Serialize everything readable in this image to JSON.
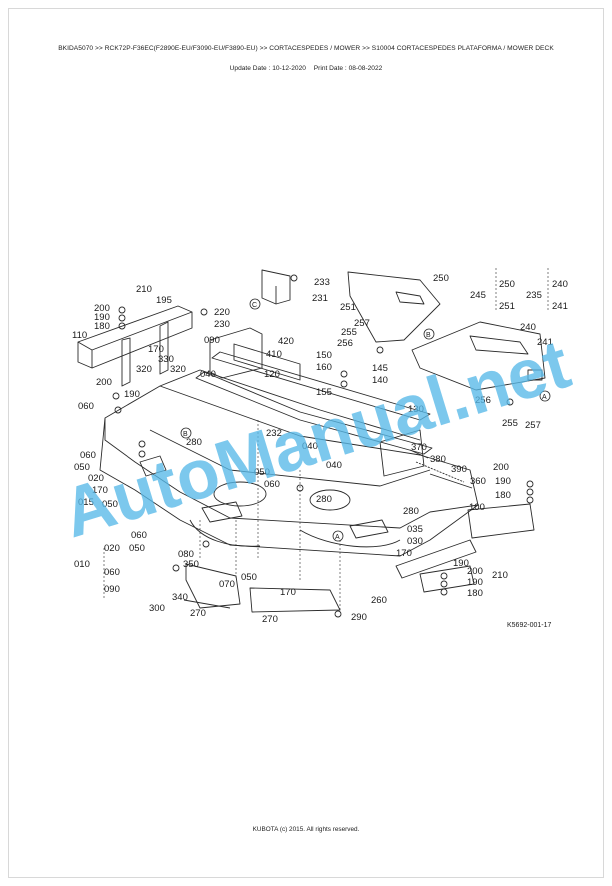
{
  "header": {
    "breadcrumb": "BKIDA5070 >> RCK72P-F36EC(F2890E-EU/F3090-EU/F3890-EU) >> CORTACESPEDES / MOWER >> S10004   CORTACESPEDES PLATAFORMA / MOWER DECK",
    "update_label": "Update Date : 10-12-2020",
    "print_label": "Print Date : 08-08-2022"
  },
  "diagram": {
    "figure_code": "K5692-001-17",
    "part_labels": [
      "233",
      "231",
      "250",
      "245",
      "251",
      "235",
      "240",
      "241",
      "210",
      "195",
      "200",
      "190",
      "180",
      "220",
      "230",
      "110",
      "420",
      "410",
      "257",
      "255",
      "256",
      "150",
      "160",
      "145",
      "140",
      "170",
      "330",
      "320",
      "090",
      "040",
      "120",
      "060",
      "155",
      "130",
      "232",
      "280",
      "050",
      "020",
      "015",
      "370",
      "380",
      "390",
      "360",
      "100",
      "035",
      "030",
      "010",
      "080",
      "350",
      "070",
      "340",
      "300",
      "270",
      "260",
      "290"
    ],
    "callouts": [
      "C",
      "B",
      "A"
    ],
    "watermark": "AutoManual.net"
  },
  "footer": {
    "copyright": "KUBOTA (c) 2015. All rights reserved."
  },
  "colors": {
    "line": "#2b2b2b",
    "watermark": "#57b8e8"
  }
}
